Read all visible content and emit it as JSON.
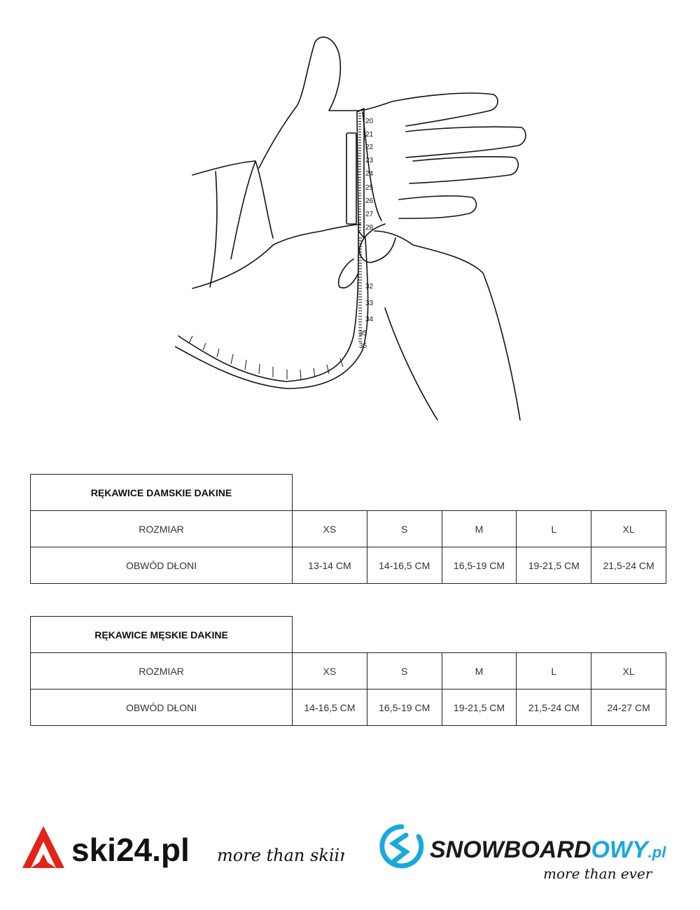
{
  "ruler_ticks": [
    "20",
    "21",
    "22",
    "23",
    "24",
    "25",
    "26",
    "27",
    "28",
    "32",
    "33",
    "34",
    "35",
    "36"
  ],
  "tables": [
    {
      "title": "RĘKAWICE DAMSKIE DAKINE",
      "row_labels": [
        "ROZMIAR",
        "OBWÓD DŁONI"
      ],
      "sizes": [
        "XS",
        "S",
        "M",
        "L",
        "XL"
      ],
      "values": [
        "13-14 CM",
        "14-16,5 CM",
        "16,5-19 CM",
        "19-21,5 CM",
        "21,5-24 CM"
      ]
    },
    {
      "title": "RĘKAWICE MĘSKIE DAKINE",
      "row_labels": [
        "ROZMIAR",
        "OBWÓD DŁONI"
      ],
      "sizes": [
        "XS",
        "S",
        "M",
        "L",
        "XL"
      ],
      "values": [
        "14-16,5 CM",
        "16,5-19 CM",
        "19-21,5 CM",
        "21,5-24 CM",
        "24-27 CM"
      ]
    }
  ],
  "logos": {
    "ski24": {
      "name": "ski24.pl",
      "tagline": "more than skiing",
      "color": "#e2231a"
    },
    "snowboardowy": {
      "name_main": "SNOWBOARD",
      "name_accent": "OWY",
      "suffix": ".pl",
      "tagline": "more than ever",
      "color_main": "#1a1a1a",
      "color_accent": "#1ba8dc"
    }
  }
}
